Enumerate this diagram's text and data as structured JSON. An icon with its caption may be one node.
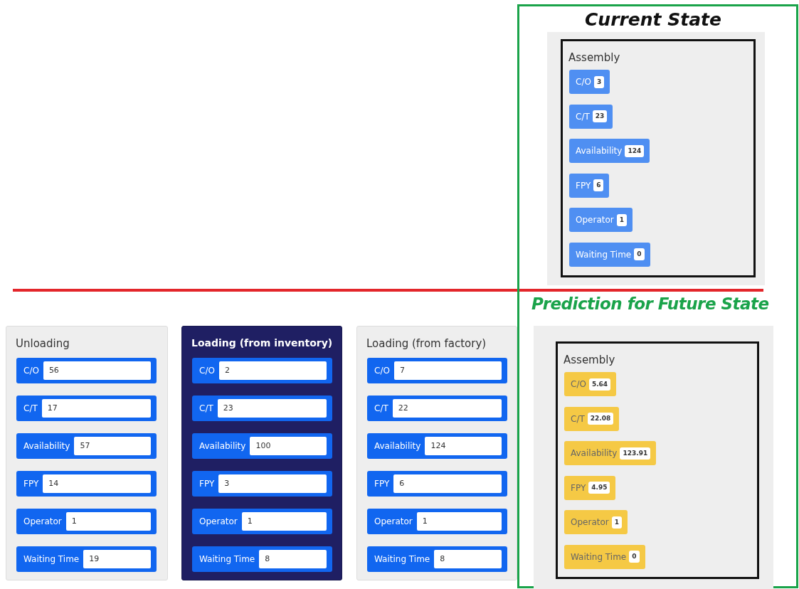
{
  "diagram": {
    "nodes": [
      {
        "text": [
          "Current State",
          "Prediction for Future State"
        ]
      },
      {
        "text": [],
        "shape": "box",
        "in": 0
      },
      {
        "text": [
          "Assembly"
        ],
        "in": 1
      },
      {
        "text": [
          "C/O",
          "3"
        ],
        "in": 2
      },
      {
        "text": [
          "C/T",
          "23"
        ],
        "in": 2
      },
      {
        "text": [
          "Availability",
          "124"
        ],
        "in": 2
      },
      {
        "text": [
          "FPY",
          "6"
        ],
        "in": 2
      },
      {
        "text": [
          "Operator",
          "1"
        ],
        "in": 2
      },
      {
        "text": [
          "Waiting Time",
          "0"
        ],
        "in": 2
      },
      {
        "text": [
          "Unloading"
        ]
      },
      {
        "text": [
          "C/O",
          "56"
        ],
        "in": 9
      },
      {
        "text": [
          "C/T",
          "17"
        ],
        "in": 9
      },
      {
        "text": [
          "Availability",
          "57"
        ],
        "in": 9
      },
      {
        "text": [
          "FPY",
          "14"
        ],
        "in": 9
      },
      {
        "text": [
          "Operator",
          "1"
        ],
        "in": 9
      },
      {
        "text": [
          "Waiting Time",
          "19"
        ],
        "in": 9
      },
      {
        "text": [
          "Loading (from inventory)"
        ]
      },
      {
        "text": [
          "C/O",
          "2"
        ],
        "in": 16
      },
      {
        "text": [
          "C/T",
          "23"
        ],
        "in": 16
      },
      {
        "text": [
          "Availability",
          "100"
        ],
        "in": 16
      },
      {
        "text": [
          "FPY",
          "3"
        ],
        "in": 16
      },
      {
        "text": [
          "Operator",
          "1"
        ],
        "in": 16
      },
      {
        "text": [
          "Waiting Time",
          "8"
        ],
        "in": 16
      },
      {
        "text": [
          "Loading (from factory)"
        ]
      },
      {
        "text": [
          "C/O",
          "7"
        ],
        "in": 23
      },
      {
        "text": [
          "C/T",
          "22"
        ],
        "in": 23
      },
      {
        "text": [
          "Availability",
          "124"
        ],
        "in": 23
      },
      {
        "text": [
          "FPY",
          "6"
        ],
        "in": 23
      },
      {
        "text": [
          "Operator",
          "1"
        ],
        "in": 23
      },
      {
        "text": [
          "Waiting Time",
          "8"
        ],
        "in": 23
      },
      {
        "text": [],
        "shape": "box",
        "in": 0
      },
      {
        "text": [
          "Assembly"
        ],
        "in": 30
      },
      {
        "text": [
          "C/O",
          "5.64"
        ],
        "in": 31
      },
      {
        "text": [
          "C/T",
          "22.08"
        ],
        "in": 31
      },
      {
        "text": [
          "Availability",
          "123.91"
        ],
        "in": 31
      },
      {
        "text": [
          "FPY",
          "4.95"
        ],
        "in": 31
      },
      {
        "text": [
          "Operator",
          "1"
        ],
        "in": 31
      },
      {
        "text": [
          "Waiting Time",
          "0"
        ],
        "in": 31
      }
    ],
    "edges": []
  }
}
